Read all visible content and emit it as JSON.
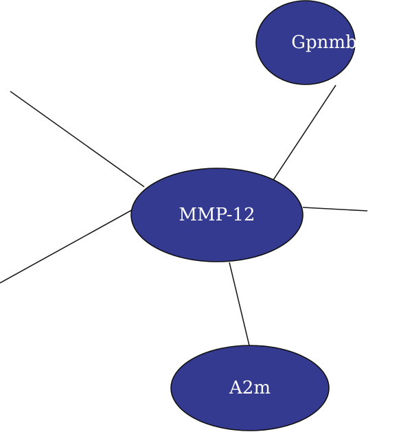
{
  "nodes": {
    "center": {
      "label": "MMP-12"
    },
    "top": {
      "label": "Gpnmb"
    },
    "bottom": {
      "label": "A2m"
    }
  },
  "colors": {
    "node_fill": "#333a8f",
    "node_stroke": "#111111",
    "label": "#ffffff",
    "edge": "#1a1a1a"
  }
}
